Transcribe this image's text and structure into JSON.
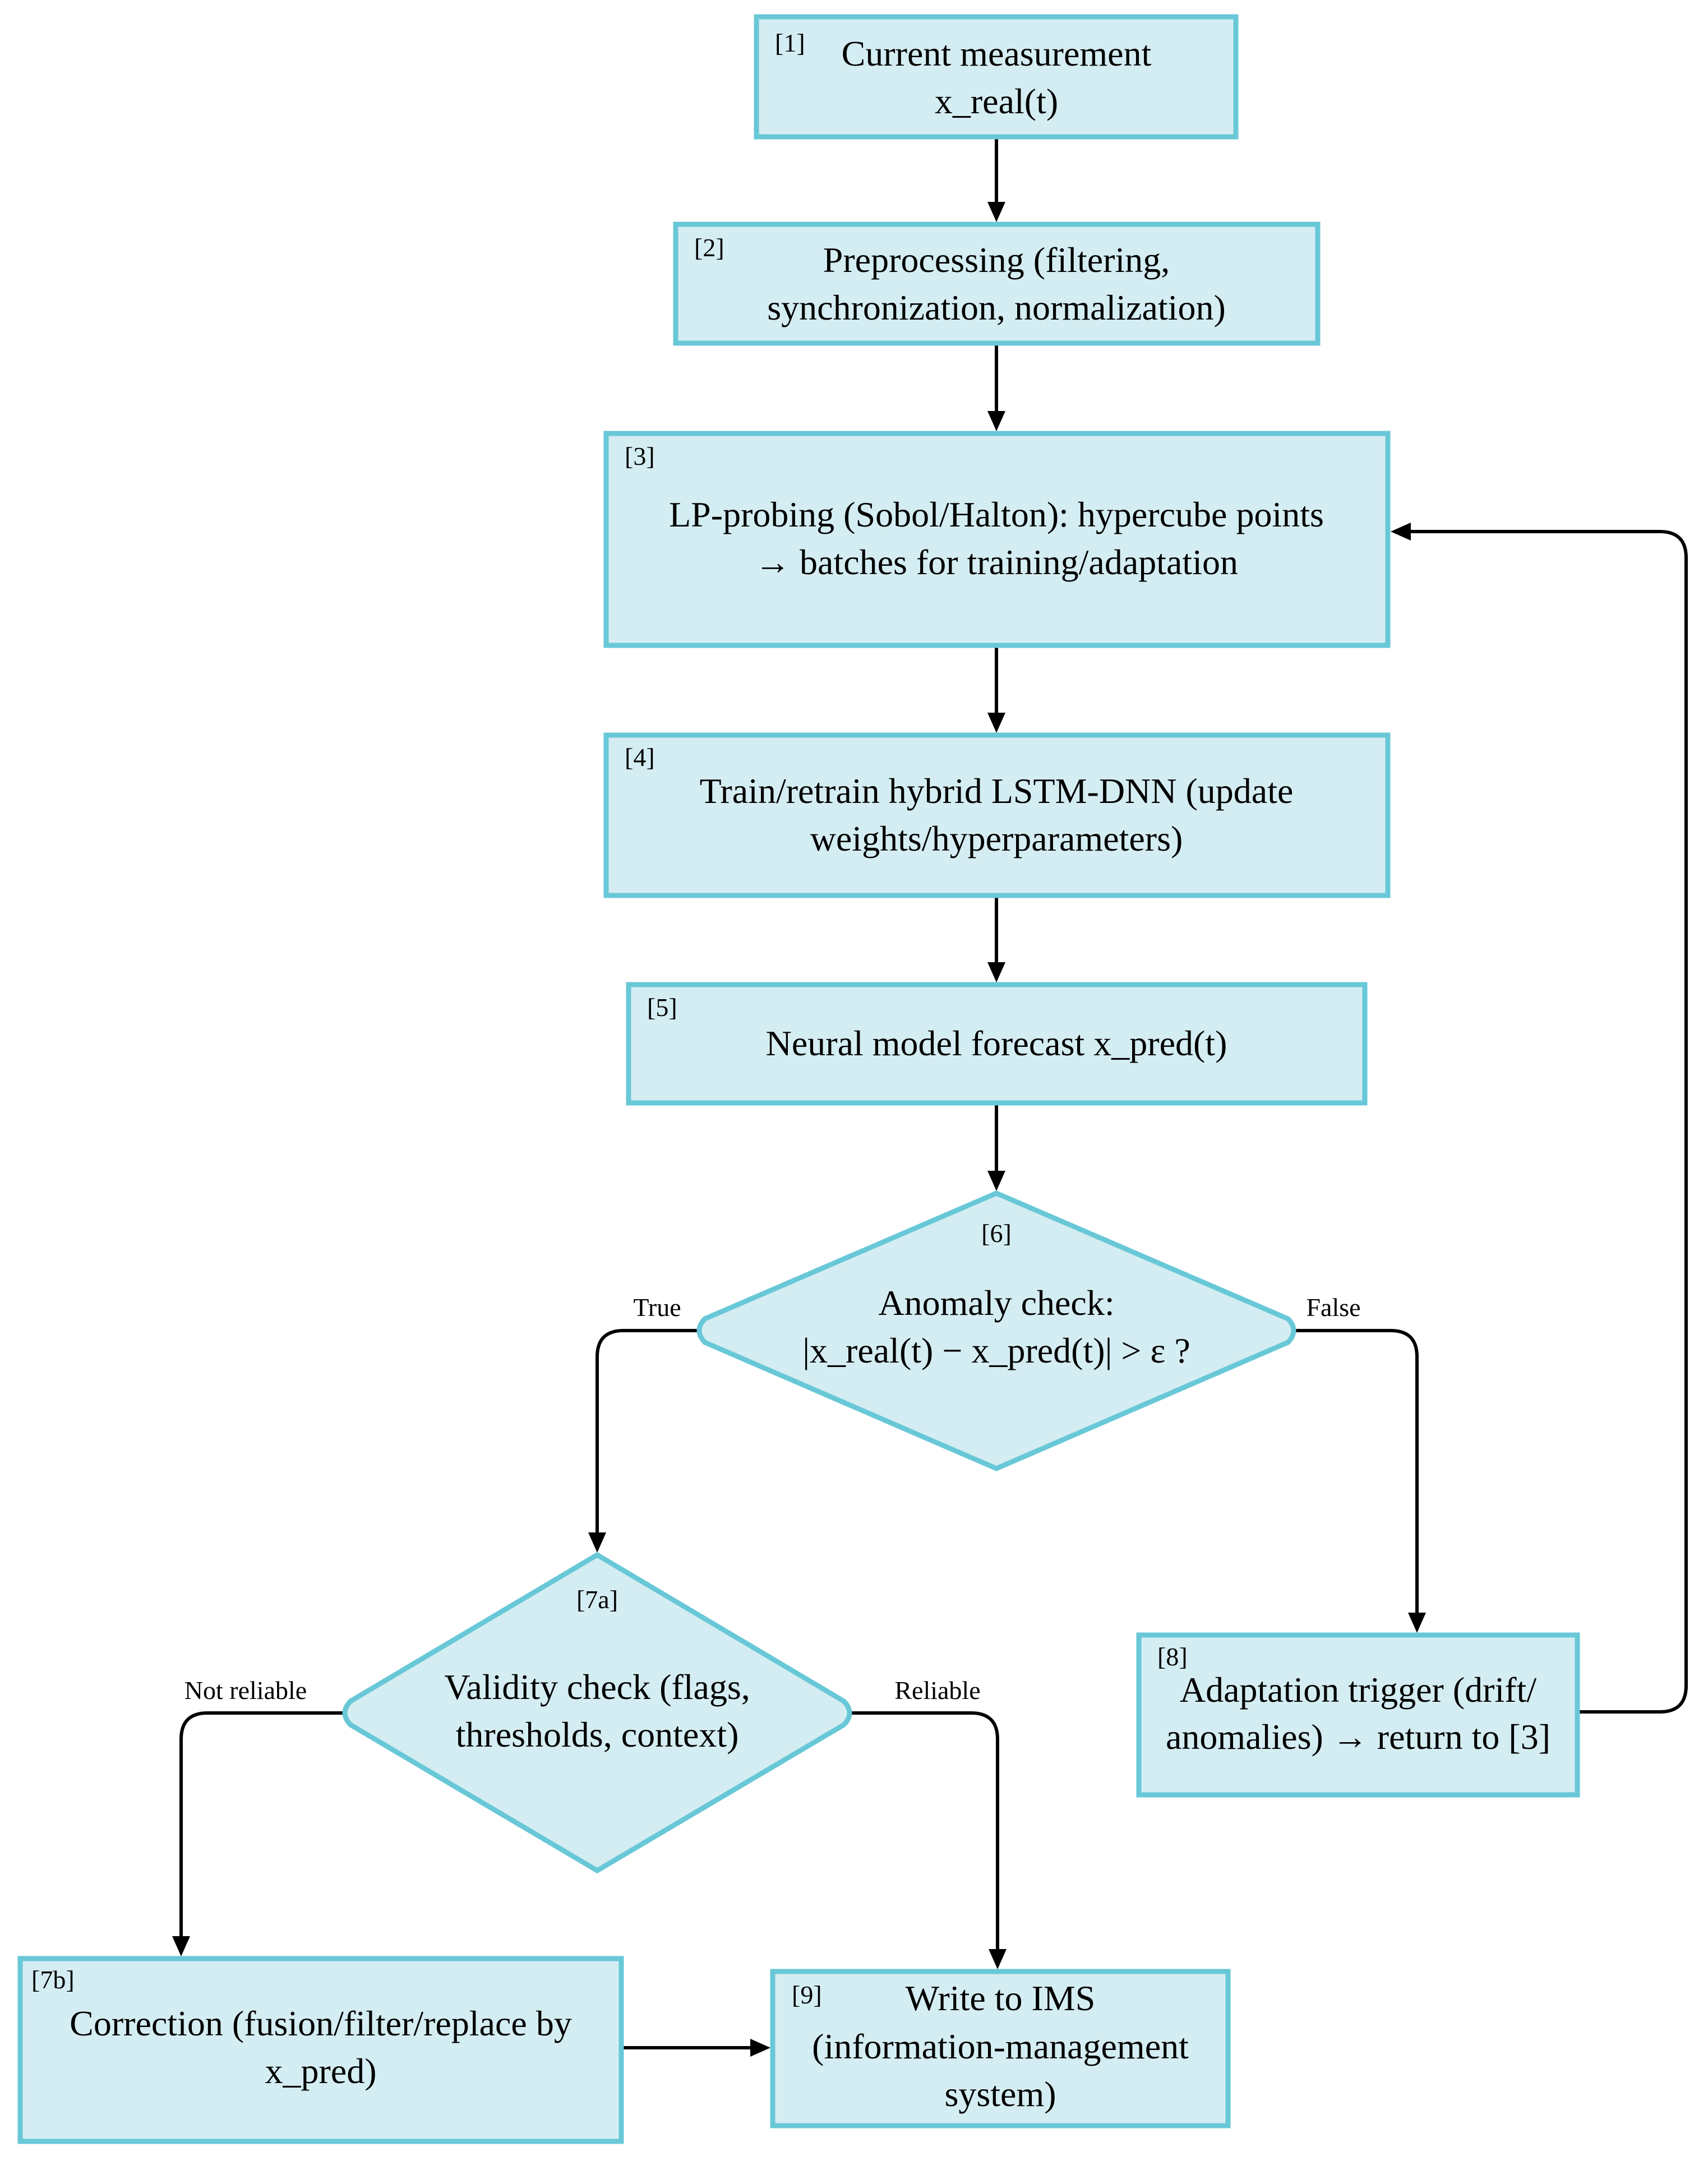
{
  "colors": {
    "node_fill": "#d4edf2",
    "node_stroke": "#68c8d7",
    "edge": "#000000",
    "text": "#000000"
  },
  "nodes": {
    "n1": {
      "num": "[1]",
      "lines": [
        "Current measurement",
        "x_real(t)"
      ]
    },
    "n2": {
      "num": "[2]",
      "lines": [
        "Preprocessing (filtering,",
        "synchronization, normalization)"
      ]
    },
    "n3": {
      "num": "[3]",
      "lines": [
        "LP-probing (Sobol/Halton): hypercube points",
        "→ batches for training/adaptation"
      ]
    },
    "n4": {
      "num": "[4]",
      "lines": [
        "Train/retrain hybrid LSTM-DNN (update",
        "weights/hyperparameters)"
      ]
    },
    "n5": {
      "num": "[5]",
      "lines": [
        "Neural model forecast x_pred(t)"
      ]
    },
    "n6": {
      "num": "[6]",
      "lines": [
        "Anomaly check:",
        "|x_real(t) − x_pred(t)| > ε ?"
      ]
    },
    "n7a": {
      "num": "[7a]",
      "lines": [
        "Validity check (flags,",
        "thresholds, context)"
      ]
    },
    "n7b": {
      "num": "[7b]",
      "lines": [
        "Correction (fusion/filter/replace by",
        "x_pred)"
      ]
    },
    "n8": {
      "num": "[8]",
      "lines": [
        "Adaptation trigger (drift/",
        "anomalies) → return to [3]"
      ]
    },
    "n9": {
      "num": "[9]",
      "lines": [
        "Write to IMS",
        "(information-management",
        "system)"
      ]
    }
  },
  "edge_labels": {
    "true": "True",
    "false": "False",
    "not_reliable": "Not reliable",
    "reliable": "Reliable"
  }
}
